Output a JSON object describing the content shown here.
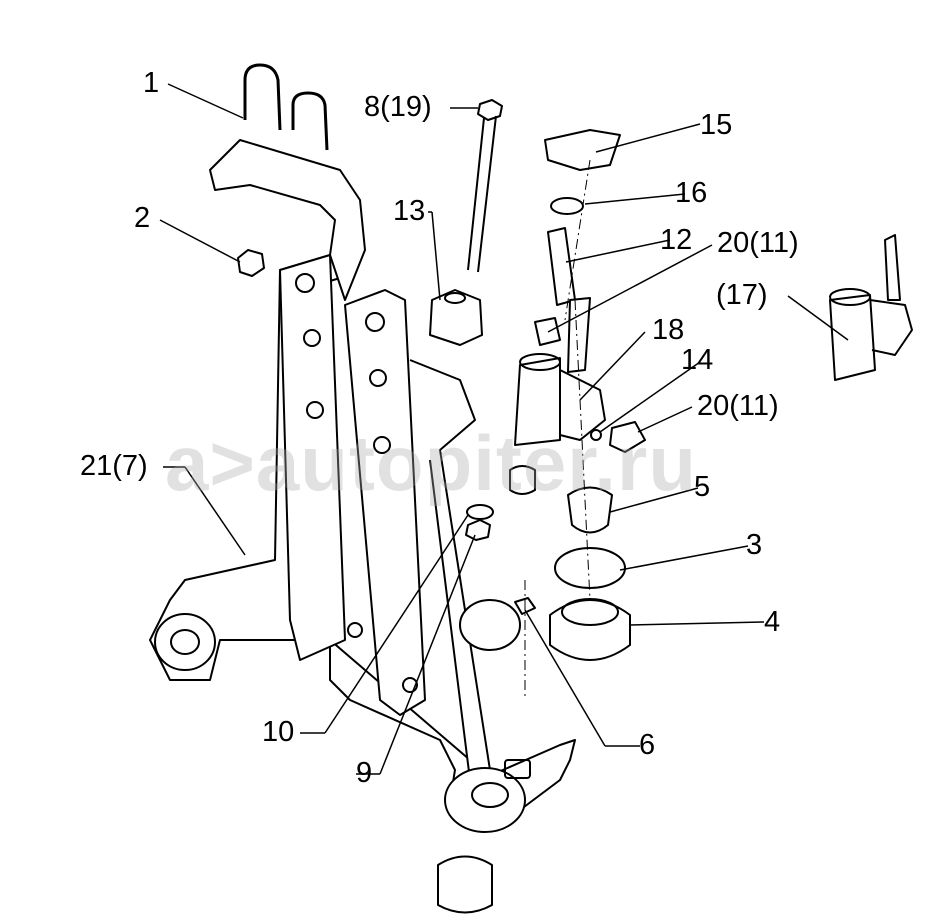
{
  "diagram": {
    "watermark": "a>autopiter.ru",
    "callouts": [
      {
        "id": "c1",
        "text": "1"
      },
      {
        "id": "c8",
        "text": "8(19)"
      },
      {
        "id": "c15",
        "text": "15"
      },
      {
        "id": "c16",
        "text": "16"
      },
      {
        "id": "c13",
        "text": "13"
      },
      {
        "id": "c12",
        "text": "12"
      },
      {
        "id": "c20a",
        "text": "20(11)"
      },
      {
        "id": "c2",
        "text": "2"
      },
      {
        "id": "c17",
        "text": "(17)"
      },
      {
        "id": "c18",
        "text": "18"
      },
      {
        "id": "c14",
        "text": "14"
      },
      {
        "id": "c20b",
        "text": "20(11)"
      },
      {
        "id": "c21",
        "text": "21(7)"
      },
      {
        "id": "c5",
        "text": "5"
      },
      {
        "id": "c3",
        "text": "3"
      },
      {
        "id": "c4",
        "text": "4"
      },
      {
        "id": "c10",
        "text": "10"
      },
      {
        "id": "c6",
        "text": "6"
      },
      {
        "id": "c9",
        "text": "9"
      }
    ]
  }
}
